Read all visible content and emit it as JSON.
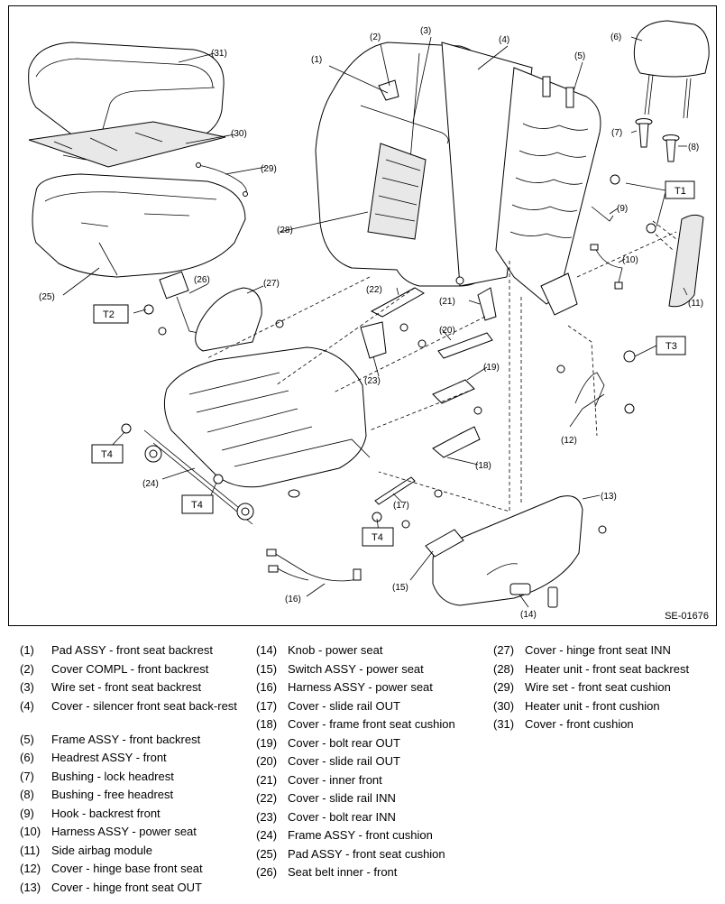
{
  "figure": {
    "id": "SE-01676",
    "callouts": [
      {
        "key": "c1",
        "text": "(1)"
      },
      {
        "key": "c2",
        "text": "(2)"
      },
      {
        "key": "c3",
        "text": "(3)"
      },
      {
        "key": "c4",
        "text": "(4)"
      },
      {
        "key": "c5",
        "text": "(5)"
      },
      {
        "key": "c6",
        "text": "(6)"
      },
      {
        "key": "c7",
        "text": "(7)"
      },
      {
        "key": "c8",
        "text": "(8)"
      },
      {
        "key": "c9",
        "text": "(9)"
      },
      {
        "key": "c10",
        "text": "(10)"
      },
      {
        "key": "c11",
        "text": "(11)"
      },
      {
        "key": "c12",
        "text": "(12)"
      },
      {
        "key": "c13",
        "text": "(13)"
      },
      {
        "key": "c14",
        "text": "(14)"
      },
      {
        "key": "c15",
        "text": "(15)"
      },
      {
        "key": "c16",
        "text": "(16)"
      },
      {
        "key": "c17",
        "text": "(17)"
      },
      {
        "key": "c18",
        "text": "(18)"
      },
      {
        "key": "c19",
        "text": "(19)"
      },
      {
        "key": "c20",
        "text": "(20)"
      },
      {
        "key": "c21",
        "text": "(21)"
      },
      {
        "key": "c22",
        "text": "(22)"
      },
      {
        "key": "c23",
        "text": "(23)"
      },
      {
        "key": "c24",
        "text": "(24)"
      },
      {
        "key": "c25",
        "text": "(25)"
      },
      {
        "key": "c26",
        "text": "(26)"
      },
      {
        "key": "c27",
        "text": "(27)"
      },
      {
        "key": "c28",
        "text": "(28)"
      },
      {
        "key": "c29",
        "text": "(29)"
      },
      {
        "key": "c30",
        "text": "(30)"
      },
      {
        "key": "c31",
        "text": "(31)"
      }
    ],
    "torque_labels": [
      {
        "key": "t1",
        "text": "T1"
      },
      {
        "key": "t2",
        "text": "T2"
      },
      {
        "key": "t3",
        "text": "T3"
      },
      {
        "key": "t4a",
        "text": "T4"
      },
      {
        "key": "t4b",
        "text": "T4"
      },
      {
        "key": "t4c",
        "text": "T4"
      }
    ]
  },
  "legend": {
    "col1": [
      {
        "num": "(1)",
        "text": "Pad ASSY - front seat backrest"
      },
      {
        "num": "(2)",
        "text": "Cover COMPL - front backrest"
      },
      {
        "num": "(3)",
        "text": "Wire set - front seat backrest"
      },
      {
        "num": "(4)",
        "text": "Cover - silencer front seat back-rest"
      },
      {
        "num": "(5)",
        "text": "Frame ASSY - front backrest"
      },
      {
        "num": "(6)",
        "text": "Headrest ASSY - front"
      },
      {
        "num": "(7)",
        "text": "Bushing - lock headrest"
      },
      {
        "num": "(8)",
        "text": "Bushing - free headrest"
      },
      {
        "num": "(9)",
        "text": "Hook - backrest front"
      },
      {
        "num": "(10)",
        "text": "Harness ASSY - power seat"
      },
      {
        "num": "(11)",
        "text": "Side airbag module"
      },
      {
        "num": "(12)",
        "text": "Cover - hinge base front seat"
      },
      {
        "num": "(13)",
        "text": "Cover - hinge front seat OUT"
      }
    ],
    "col2": [
      {
        "num": "(14)",
        "text": "Knob - power seat"
      },
      {
        "num": "(15)",
        "text": "Switch ASSY - power seat"
      },
      {
        "num": "(16)",
        "text": "Harness ASSY - power seat"
      },
      {
        "num": "(17)",
        "text": "Cover - slide rail OUT"
      },
      {
        "num": "(18)",
        "text": "Cover - frame front seat cushion"
      },
      {
        "num": "(19)",
        "text": "Cover - bolt rear OUT"
      },
      {
        "num": "(20)",
        "text": "Cover - slide rail OUT"
      },
      {
        "num": "(21)",
        "text": "Cover - inner front"
      },
      {
        "num": "(22)",
        "text": "Cover - slide rail INN"
      },
      {
        "num": "(23)",
        "text": "Cover - bolt rear INN"
      },
      {
        "num": "(24)",
        "text": "Frame ASSY - front cushion"
      },
      {
        "num": "(25)",
        "text": "Pad ASSY - front seat cushion"
      },
      {
        "num": "(26)",
        "text": "Seat belt inner - front"
      }
    ],
    "col3": [
      {
        "num": "(27)",
        "text": "Cover - hinge front seat INN"
      },
      {
        "num": "(28)",
        "text": "Heater unit - front seat backrest"
      },
      {
        "num": "(29)",
        "text": "Wire set - front seat cushion"
      },
      {
        "num": "(30)",
        "text": "Heater unit - front cushion"
      },
      {
        "num": "(31)",
        "text": "Cover - front cushion"
      }
    ]
  }
}
